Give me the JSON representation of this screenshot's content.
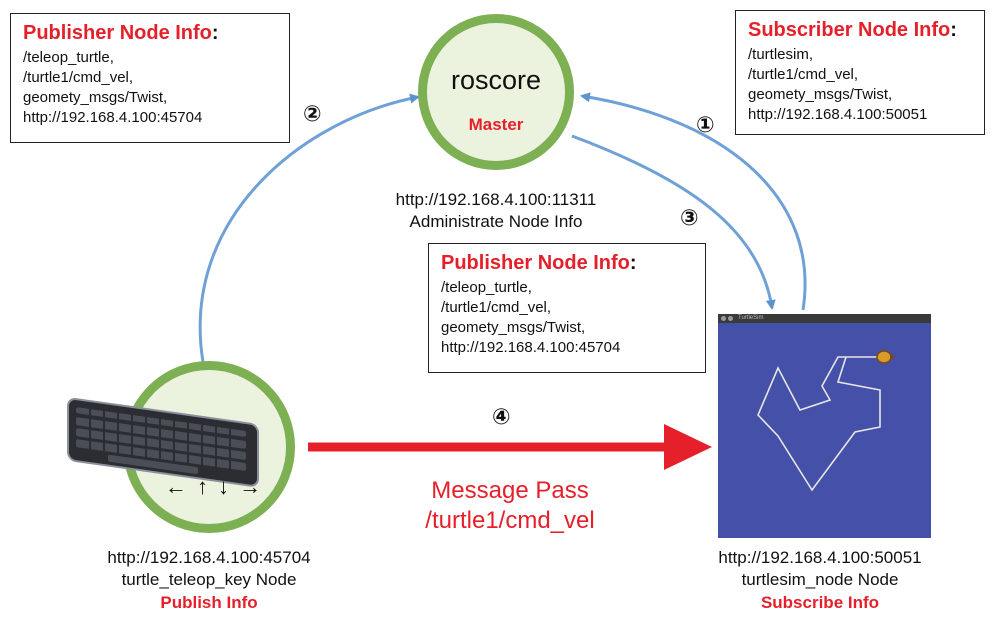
{
  "publisher_note_top": {
    "title": "Publisher Node Info",
    "colon": ":",
    "lines": [
      "/teleop_turtle,",
      "/turtle1/cmd_vel,",
      "geomety_msgs/Twist,",
      "http://192.168.4.100:45704"
    ]
  },
  "subscriber_note": {
    "title": "Subscriber Node Info",
    "colon": ":",
    "lines": [
      "/turtlesim,",
      "/turtle1/cmd_vel,",
      "geomety_msgs/Twist,",
      "http://192.168.4.100:50051"
    ]
  },
  "publisher_note_mid": {
    "title": "Publisher Node Info",
    "colon": ":",
    "lines": [
      "/teleop_turtle,",
      "/turtle1/cmd_vel,",
      "geomety_msgs/Twist,",
      "http://192.168.4.100:45704"
    ]
  },
  "master": {
    "name": "roscore",
    "role": "Master",
    "url": "http://192.168.4.100:11311",
    "desc": "Administrate Node Info"
  },
  "publisher_node": {
    "keys": "← ↑ ↓ →",
    "url": "http://192.168.4.100:45704",
    "name": "turtle_teleop_key Node",
    "role": "Publish Info"
  },
  "subscriber_node": {
    "window_title": "TurtleSim",
    "url": "http://192.168.4.100:50051",
    "name": "turtlesim_node Node",
    "role": "Subscribe Info"
  },
  "steps": [
    "①",
    "②",
    "③",
    "④"
  ],
  "message": {
    "label": "Message Pass",
    "topic": "/turtle1/cmd_vel"
  },
  "colors": {
    "accent_red": "#e5202a",
    "circle_green": "#7db052",
    "arrow_blue": "#6fa1d6",
    "sim_bg": "#4551a8"
  }
}
